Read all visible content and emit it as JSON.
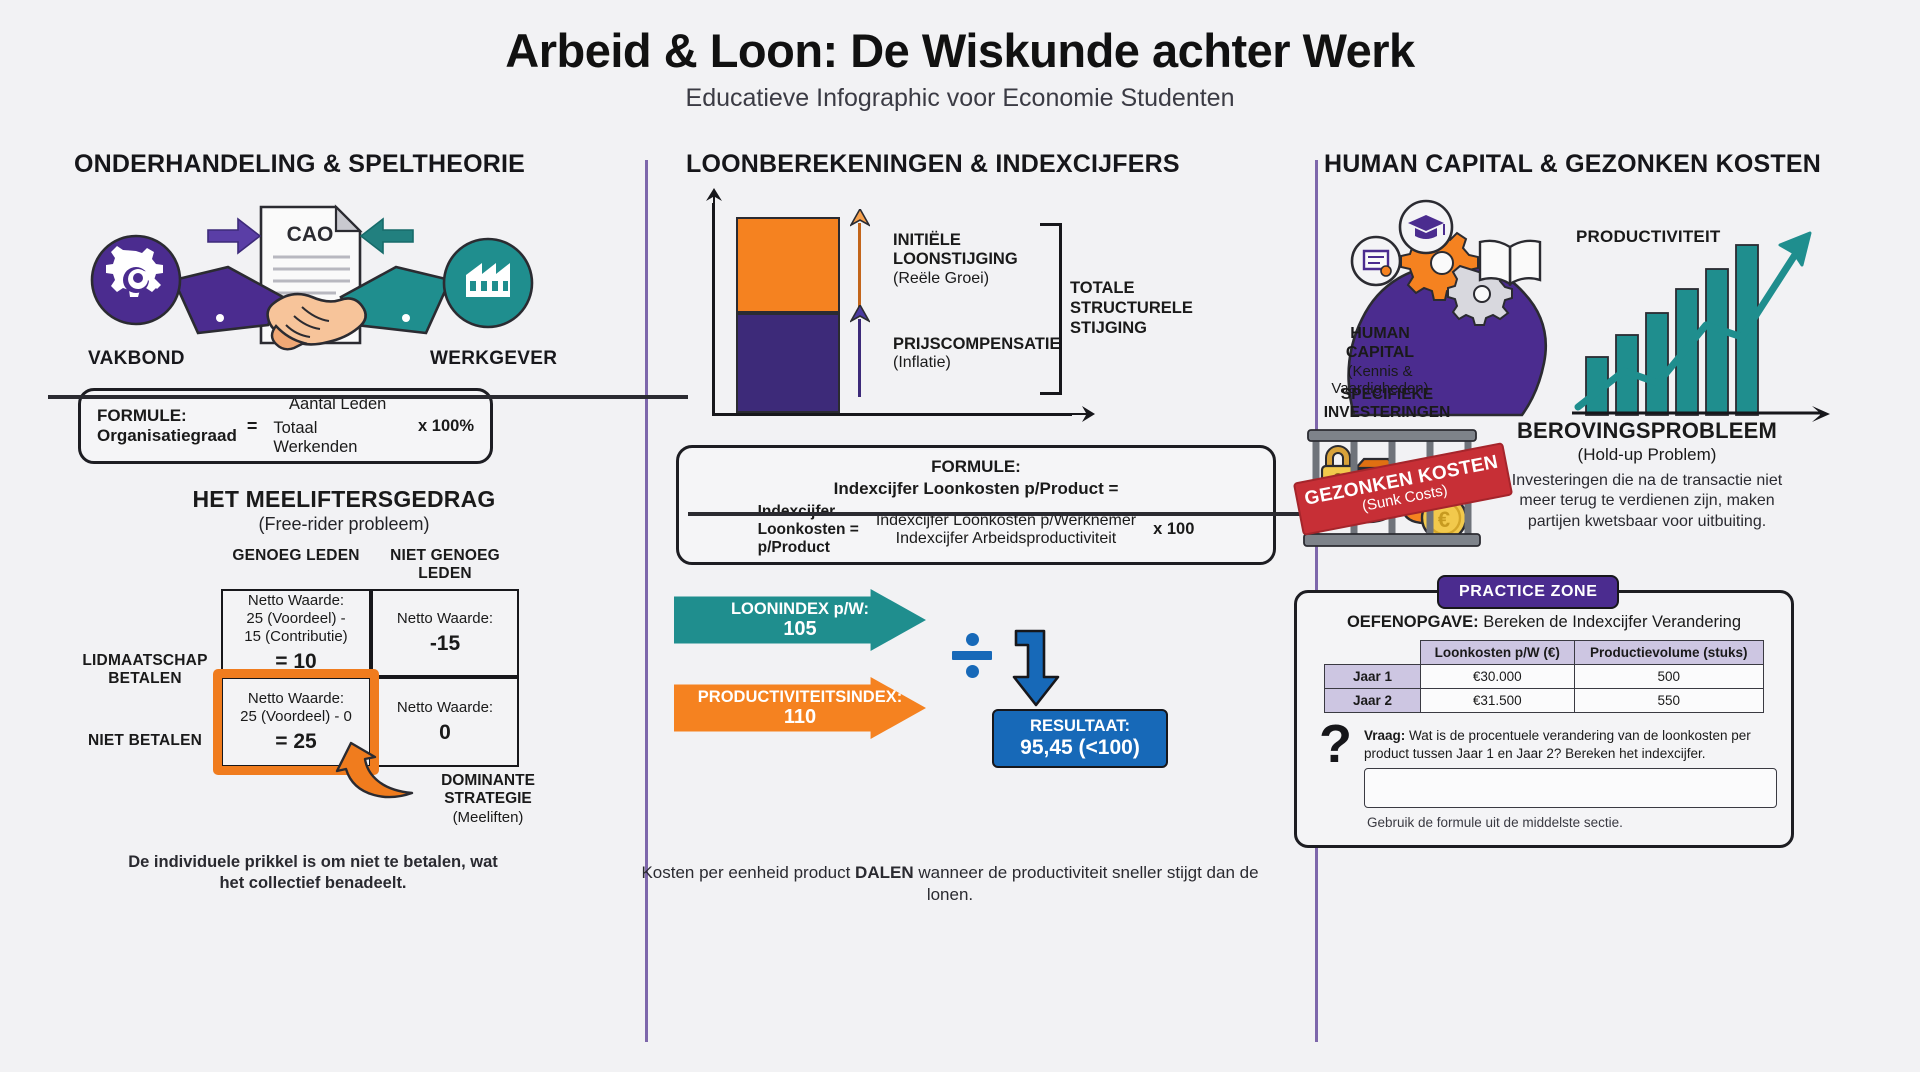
{
  "header": {
    "title": "Arbeid & Loon: De Wiskunde achter Werk",
    "subtitle": "Educatieve Infographic voor Economie Studenten"
  },
  "left": {
    "column_title": "ONDERHANDELING & SPELTHEORIE",
    "doc_label": "CAO",
    "party_left": "VAKBOND",
    "party_right": "WERKGEVER",
    "formula": {
      "label_line1": "FORMULE:",
      "label_line2": "Organisatiegraad",
      "equals": "=",
      "numerator": "Aantal Leden",
      "denominator": "Totaal Werkenden",
      "tail": "x 100%"
    },
    "freerider": {
      "title": "HET MEELIFTERSGEDRAG",
      "subtitle": "(Free-rider probleem)",
      "col_headers": [
        "GENOEG LEDEN",
        "NIET GENOEG LEDEN"
      ],
      "row_headers": [
        "LIDMAATSCHAP BETALEN",
        "NIET BETALEN"
      ],
      "cells": {
        "c11_line1": "Netto Waarde:",
        "c11_line2": "25 (Voordeel) -",
        "c11_line3": "15 (Contributie)",
        "c11_value": "= 10",
        "c12_line1": "Netto Waarde:",
        "c12_value": "-15",
        "c21_line1": "Netto Waarde:",
        "c21_line2": "25 (Voordeel) - 0",
        "c21_value": "= 25",
        "c22_line1": "Netto Waarde:",
        "c22_value": "0"
      },
      "dominant_line1": "DOMINANTE",
      "dominant_line2": "STRATEGIE",
      "dominant_line3": "(Meeliften)",
      "footer_line1": "De individuele prikkel is om niet te betalen, wat",
      "footer_line2": "het collectief benadeelt."
    }
  },
  "middle": {
    "column_title": "LOONBEREKENINGEN & INDEXCIJFERS",
    "chart": {
      "segment_top_line1": "INITIËLE",
      "segment_top_line2": "LOONSTIJGING",
      "segment_top_line3": "(Reële Groei)",
      "segment_bottom_line1": "PRIJSCOMPENSATIE",
      "segment_bottom_line2": "(Inflatie)",
      "total_line1": "TOTALE",
      "total_line2": "STRUCTURELE",
      "total_line3": "STIJGING"
    },
    "formula": {
      "title": "FORMULE:",
      "subtitle": "Indexcijfer Loonkosten p/Product =",
      "lhs_line1": "Indexcijfer",
      "lhs_line2": "Loonkosten =",
      "lhs_line3": "p/Product",
      "numerator": "Indexcijfer Loonkosten p/Werknemer",
      "denominator": "Indexcijfer Arbeidsproductiviteit",
      "tail": "x 100"
    },
    "flow": {
      "arrow1_label": "LOONINDEX p/W:",
      "arrow1_value": "105",
      "arrow2_label": "PRODUCTIVITEITSINDEX:",
      "arrow2_value": "110",
      "divide_symbol": "÷",
      "result_label": "RESULTAAT:",
      "result_value": "95,45 (<100)"
    },
    "footer_part1": "Kosten per eenheid product ",
    "footer_bold": "DALEN",
    "footer_part2": " wanneer de productiviteit sneller stijgt dan de lonen."
  },
  "right": {
    "column_title": "HUMAN CAPITAL & GEZONKEN KOSTEN",
    "productivity_label": "PRODUCTIVITEIT",
    "human_capital_line1": "HUMAN",
    "human_capital_line2": "CAPITAL",
    "human_capital_line3": "(Kennis &",
    "human_capital_line4": "Vaardigheden)",
    "specific_line1": "SPECIFIEKE",
    "specific_line2": "INVESTERINGEN",
    "stamp_line1": "GEZONKEN KOSTEN",
    "stamp_line2": "(Sunk Costs)",
    "holdup": {
      "title": "BEROVINGSPROBLEEM",
      "subtitle": "(Hold-up Problem)",
      "body": "Investeringen die na de transactie niet meer terug te verdienen zijn, maken partijen kwetsbaar voor uitbuiting."
    },
    "practice": {
      "badge": "PRACTICE ZONE",
      "task_bold": "OEFENOPGAVE:",
      "task_rest": " Bereken de Indexcijfer Verandering",
      "table": {
        "headers": [
          "",
          "Loonkosten p/W (€)",
          "Productievolume (stuks)"
        ],
        "rows": [
          [
            "Jaar 1",
            "€30.000",
            "500"
          ],
          [
            "Jaar 2",
            "€31.500",
            "550"
          ]
        ]
      },
      "question_mark": "?",
      "question_bold": "Vraag:",
      "question_rest": " Wat is de procentuele verandering van de loonkosten per product tussen Jaar 1 en Jaar 2? Bereken het indexcijfer.",
      "answer_value": "",
      "hint": "Gebruik de formule uit de middelste sectie."
    }
  },
  "colors": {
    "purple": "#3d2a79",
    "teal": "#1f8e8e",
    "orange": "#f58220",
    "blue": "#1769b8",
    "red": "#c72f36",
    "badge_purple": "#4b2c8f"
  }
}
